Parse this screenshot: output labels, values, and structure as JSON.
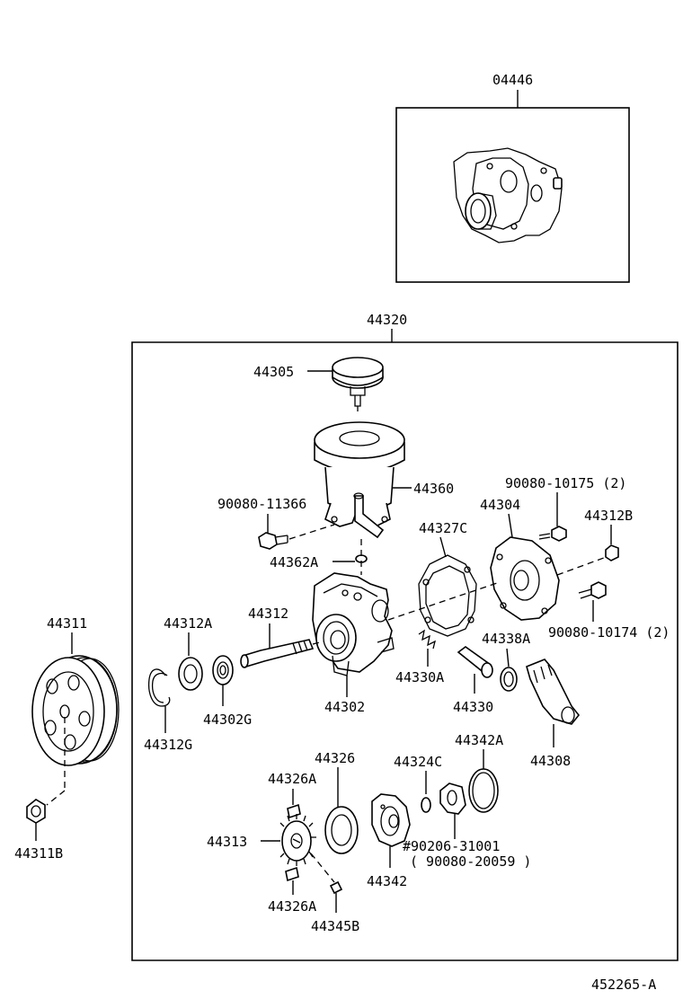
{
  "parts": {
    "p04446": "04446",
    "p44320": "44320",
    "p44305": "44305",
    "p44360": "44360",
    "p90080_11366": "90080-11366",
    "p90080_10175": "90080-10175 (2)",
    "p44304": "44304",
    "p44327C": "44327C",
    "p44312B": "44312B",
    "p44362A": "44362A",
    "p44311": "44311",
    "p44312A": "44312A",
    "p44312": "44312",
    "p90080_10174": "90080-10174 (2)",
    "p44338A": "44338A",
    "p44330A": "44330A",
    "p44302G": "44302G",
    "p44302": "44302",
    "p44330": "44330",
    "p44312G": "44312G",
    "p44308": "44308",
    "p44342A": "44342A",
    "p44326": "44326",
    "p44324C": "44324C",
    "p44326A_top": "44326A",
    "p44311B": "44311B",
    "p44313": "44313",
    "p90206_31001": "#90206-31001",
    "p90080_20059": "( 90080-20059 )",
    "p44342": "44342",
    "p44326A_bottom": "44326A",
    "p44345B": "44345B"
  },
  "footer": {
    "diagram_code": "452265-A"
  }
}
